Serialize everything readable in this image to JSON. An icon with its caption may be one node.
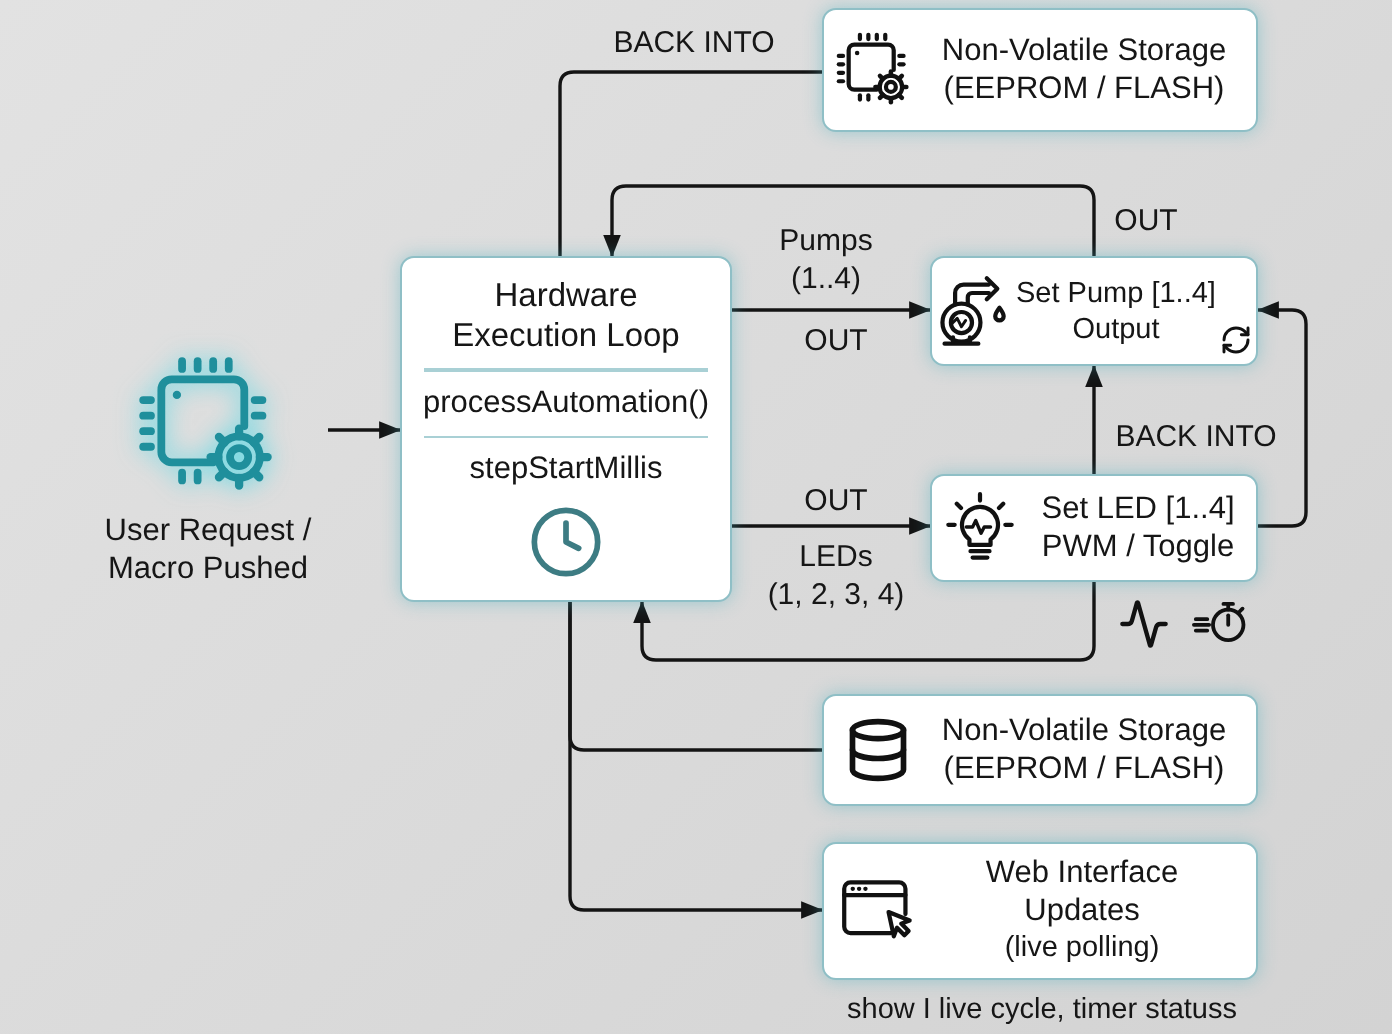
{
  "diagram": {
    "nodes": [
      {
        "text": [
          "User Request / Macro Pushed"
        ]
      },
      {
        "text": [
          "Hardware Execution Loop",
          "processAutomation()",
          "stepStartMillis"
        ]
      },
      {
        "text": [
          "Non-Volatile Storage (EEPROM / FLASH)"
        ]
      },
      {
        "text": [
          "Set Pump [1..4] Output"
        ]
      },
      {
        "text": [
          "Set LED [1..4] PWM / Toggle"
        ]
      },
      {
        "text": [
          "Non-Volatile Storage (EEPROM / FLASH)"
        ]
      },
      {
        "text": [
          "Web Interface Updates",
          "(live polling)"
        ],
        "beside": [
          "show I live cycle, timer statuss"
        ]
      }
    ],
    "edges": [
      {
        "from": 0,
        "to": 1,
        "arrow": "to"
      },
      {
        "from": 1,
        "to": 2,
        "arrow": "none",
        "label": "BACK INTO"
      },
      {
        "from": 3,
        "to": 1,
        "arrow": "to",
        "label": "OUT"
      },
      {
        "from": 1,
        "to": 3,
        "arrow": "to",
        "label": "Pumps (1..4)"
      },
      {
        "from": 1,
        "to": 4,
        "arrow": "to",
        "label": "LEDs (1, 2, 3, 4)"
      },
      {
        "from": 4,
        "to": 3,
        "arrow": "to",
        "label": "BACK INTO"
      },
      {
        "from": 4,
        "to": 3,
        "arrow": "to"
      },
      {
        "from": 4,
        "to": 1,
        "arrow": "to"
      },
      {
        "from": 1,
        "to": 5,
        "arrow": "none"
      },
      {
        "from": 1,
        "to": 6,
        "arrow": "to"
      }
    ],
    "labels": [
      "OUT",
      "OUT"
    ]
  }
}
